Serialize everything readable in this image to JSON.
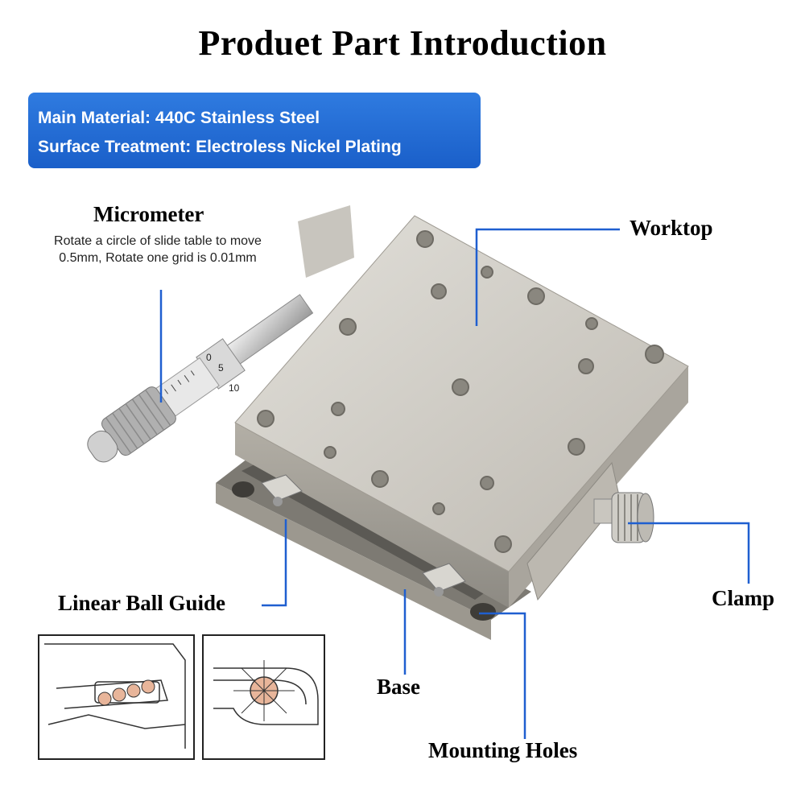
{
  "title": "Produet Part Introduction",
  "info": {
    "material": "Main Material: 440C Stainless Steel",
    "surface": "Surface Treatment: Electroless Nickel Plating"
  },
  "labels": {
    "micrometer": "Micrometer",
    "micrometer_desc": "Rotate a circle of slide table to move 0.5mm, Rotate one grid is 0.01mm",
    "worktop": "Worktop",
    "clamp": "Clamp",
    "linear_ball_guide": "Linear Ball Guide",
    "base": "Base",
    "mounting_holes": "Mounting Holes"
  },
  "micrometer_scale": {
    "t0": "0",
    "t5": "5",
    "t10": "10"
  },
  "colors": {
    "accent": "#1a5fc9",
    "leader": "#1f5fd0",
    "metal": "#c9c6bf",
    "ball": "#e8b59a"
  }
}
